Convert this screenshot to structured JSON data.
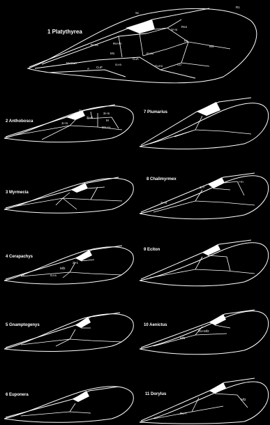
{
  "title": "",
  "panels": [
    {
      "label": "1  Platythyrea"
    },
    {
      "label": "2  Anthobosca"
    },
    {
      "label": "3  Myrmecia"
    },
    {
      "label": "4  Cerapachys"
    },
    {
      "label": "5  Gnamptogenys"
    },
    {
      "label": "6  Euponera"
    },
    {
      "label": "7  Plumarius"
    },
    {
      "label": "8  Chalimyrmex"
    },
    {
      "label": "9  Eciton"
    },
    {
      "label": "10  Aenictus"
    },
    {
      "label": "11  Dorylus"
    }
  ],
  "vein_labels": {
    "p1": [
      "Sc",
      "R1",
      "R+Sc",
      "Rs+M",
      "M+CuA",
      "CuP",
      "A",
      "2r-rs",
      "Rs",
      "M4",
      "Rs4",
      "CuA",
      "m-cu",
      "cu-a",
      "M1",
      "CuA1",
      "Cu"
    ],
    "p2": [
      "2r",
      "1r-rs",
      "2r-rs",
      "3r-m",
      "M",
      "2m-cu"
    ],
    "p4": [
      "Mf2",
      "2r-1",
      "cu-a",
      "2s"
    ],
    "p8": [
      "1r-f",
      "r-m",
      "2r-rs"
    ],
    "p10": [
      "Mf1",
      "Rs+Mf2"
    ],
    "p11": [
      "Rs+f",
      "Mf2"
    ]
  }
}
